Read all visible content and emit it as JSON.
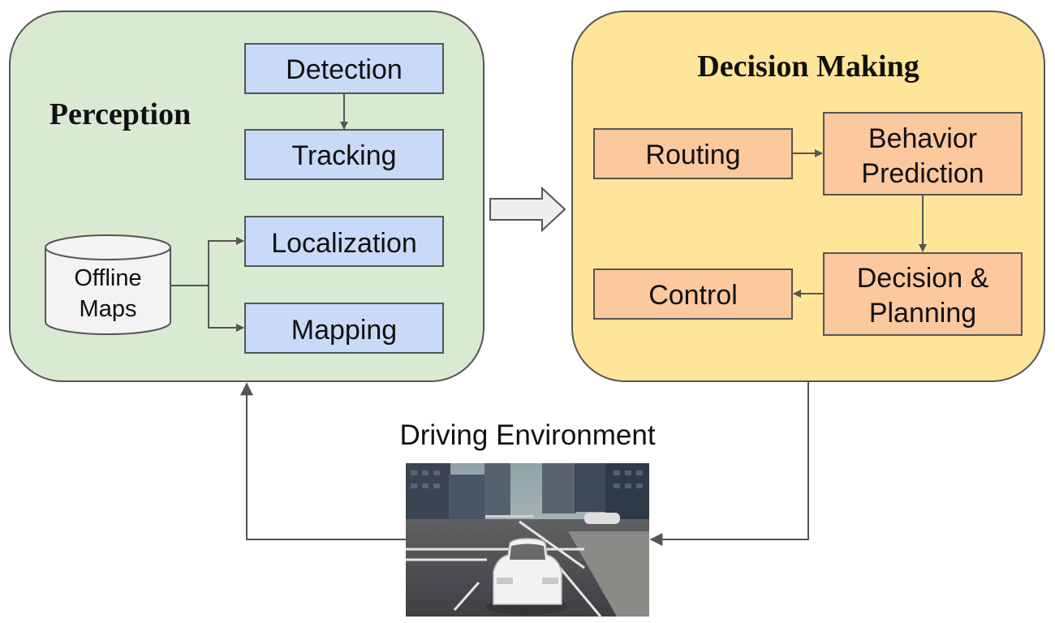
{
  "perception": {
    "title": "Perception",
    "detection": "Detection",
    "tracking": "Tracking",
    "localization": "Localization",
    "mapping": "Mapping",
    "offline_maps_line1": "Offline",
    "offline_maps_line2": "Maps"
  },
  "decision_making": {
    "title": "Decision Making",
    "routing": "Routing",
    "behavior_line1": "Behavior",
    "behavior_line2": "Prediction",
    "decision_line1": "Decision &",
    "decision_line2": "Planning",
    "control": "Control"
  },
  "environment": {
    "title": "Driving Environment"
  },
  "colors": {
    "perception_bg": "#d9ead3",
    "decision_bg": "#ffe599",
    "blue_box": "#c9daf8",
    "orange_box": "#fcc89e",
    "edge": "#555555"
  }
}
